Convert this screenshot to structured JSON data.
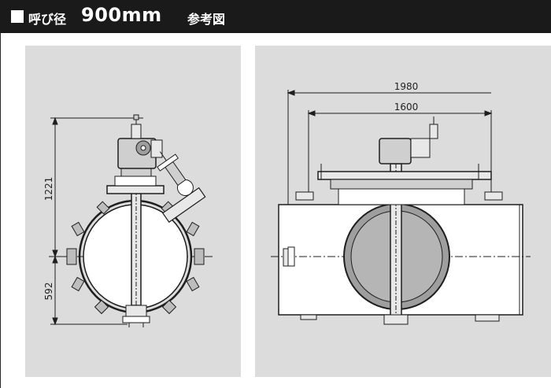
{
  "header": {
    "prefix": "呼び径",
    "size": "900mm",
    "suffix": "参考図"
  },
  "left_view": {
    "dim_height_top": "1221",
    "dim_height_bottom": "592"
  },
  "right_view": {
    "dim_overall_length": "1980",
    "dim_flange_length": "1600"
  },
  "colors": {
    "header_bg": "#1a1a1a",
    "panel_bg": "#dcdcdc",
    "line": "#1e1e1e",
    "pipe_fill": "#ffffff",
    "disc_fill": "#9e9e9e"
  }
}
